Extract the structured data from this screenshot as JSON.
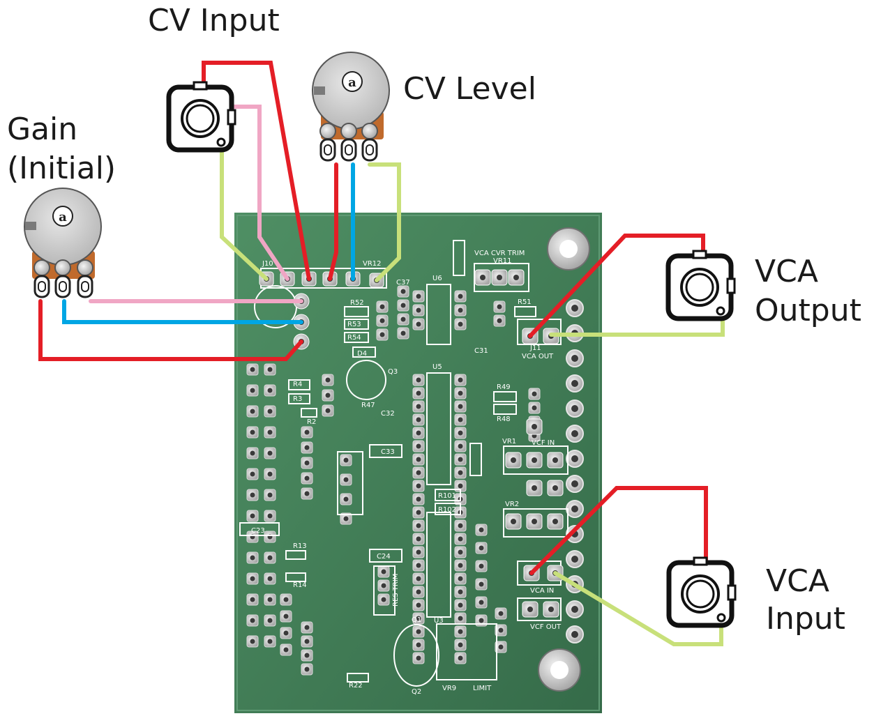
{
  "labels": {
    "cv_input": "CV Input",
    "cv_level": "CV Level",
    "gain_line1": "Gain",
    "gain_line2": "(Initial)",
    "vca_output_line1": "VCA",
    "vca_output_line2": "Output",
    "vca_input_line1": "VCA",
    "vca_input_line2": "Input"
  },
  "pot_marking": "a",
  "pcb": {
    "silkscreen": {
      "vca_cvr_trim": "VCA CVR TRIM",
      "vr11": "VR11",
      "u6": "U6",
      "u5": "U5",
      "u3": "U3",
      "j11": "J11",
      "vca_out": "VCA OUT",
      "vca_in": "VCA IN",
      "vcf_out": "VCF OUT",
      "vcf_in": "VCF IN",
      "j10": "J10",
      "vr12": "VR12",
      "vr1": "VR1",
      "vr2": "VR2",
      "vr9": "VR9",
      "limit": "LIMIT",
      "res_trim": "RES TRIM",
      "c37": "C37",
      "c33": "C33",
      "c32": "C32",
      "c31": "C31",
      "c24": "C24",
      "c23": "C23",
      "r52": "R52",
      "r53": "R53",
      "r54": "R54",
      "r51": "R51",
      "r49": "R49",
      "r48": "R48",
      "r47": "R47",
      "r101": "R101",
      "r102": "R102",
      "r4": "R4",
      "r3": "R3",
      "r2": "R2",
      "r13": "R13",
      "r14": "R14",
      "r22": "R22",
      "d4": "D4",
      "q1": "Q1",
      "q2": "Q2",
      "q3": "Q3"
    }
  },
  "wire_colors": {
    "red": "#e41e26",
    "blue": "#00a6e4",
    "pink": "#f0a6c4",
    "green": "#c8e07a"
  },
  "board_color": "#3f7a55"
}
